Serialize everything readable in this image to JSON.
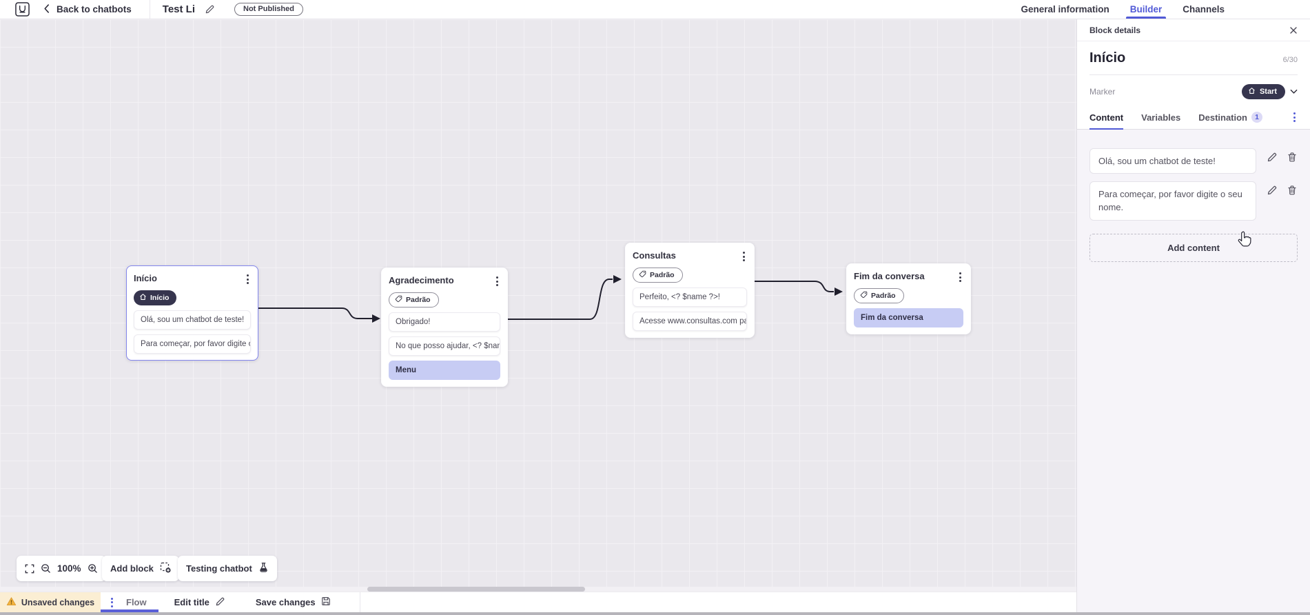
{
  "header": {
    "back_label": "Back to chatbots",
    "title": "Test Li",
    "status": "Not Published",
    "tabs": {
      "general": "General information",
      "builder": "Builder",
      "channels": "Channels"
    }
  },
  "panel": {
    "title": "Block details",
    "block_name": "Início",
    "counter": "6/30",
    "marker_label": "Marker",
    "marker_value": "Start",
    "tabs": {
      "content": "Content",
      "variables": "Variables",
      "destination": "Destination",
      "destination_badge": "1"
    },
    "contents": [
      "Olá, sou um chatbot de teste!",
      "Para começar, por favor digite o seu nome."
    ],
    "add_content": "Add content"
  },
  "canvas": {
    "blocks": [
      {
        "name": "Início",
        "marker": "Início",
        "items": [
          "Olá, sou um chatbot de teste!",
          "Para começar, por favor digite o ..."
        ]
      },
      {
        "name": "Agradecimento",
        "tag": "Padrão",
        "items": [
          "Obrigado!",
          "No que posso ajudar, <? $name ...",
          "Menu"
        ]
      },
      {
        "name": "Consultas",
        "tag": "Padrão",
        "items": [
          "Perfeito, <? $name ?>!",
          "Acesse www.consultas.com par..."
        ]
      },
      {
        "name": "Fim da conversa",
        "tag": "Padrão",
        "items": [
          "Fim da conversa"
        ]
      }
    ],
    "toolbar": {
      "zoom_level": "100%",
      "add_block": "Add block",
      "testing": "Testing chatbot"
    }
  },
  "footer": {
    "unsaved": "Unsaved changes",
    "flow": "Flow",
    "edit_title": "Edit title",
    "save": "Save changes"
  },
  "colors": {
    "accent": "#515ad6",
    "selected_block_border": "#8285ec",
    "item_highlight": "#c7ccf4",
    "dark_pill": "#36354e",
    "warning_bg": "#fbeed3",
    "warning_icon": "#f5b43f",
    "canvas_bg": "#eae8ed"
  }
}
